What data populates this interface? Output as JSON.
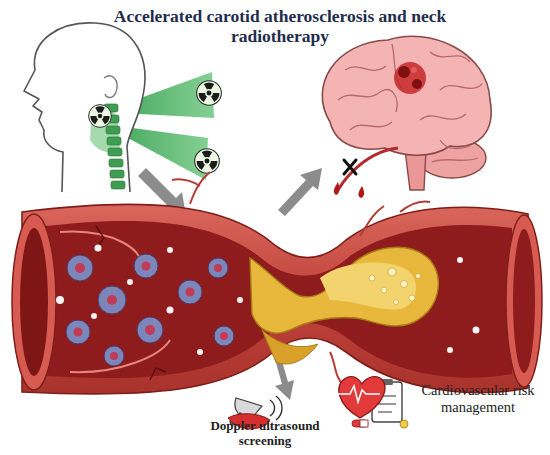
{
  "diagram": {
    "title": "Accelerated carotid atherosclerosis and neck radiotherapy",
    "labels": [
      "Doppler ultrasound screening",
      "Cardiovascular risk management"
    ]
  }
}
